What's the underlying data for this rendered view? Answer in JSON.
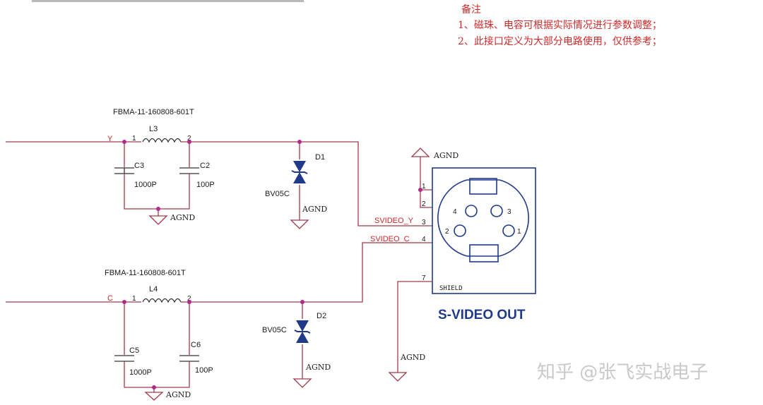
{
  "notes": {
    "heading": "备注",
    "line1": "1、磁珠、电容可根据实际情况进行参数调整；",
    "line2": "2、此接口定义为大部分电路使用，仅供参考；"
  },
  "top_channel": {
    "part_number": "FBMA-11-160808-601T",
    "net": "Y",
    "inductor": {
      "ref": "L3",
      "pin1": "1",
      "pin2": "2"
    },
    "cap_left": {
      "ref": "C3",
      "value": "1000P"
    },
    "cap_right": {
      "ref": "C2",
      "value": "100P"
    },
    "ground": "AGND",
    "diode": {
      "ref": "D1",
      "part": "BV05C",
      "ground": "AGND"
    },
    "output_net": "SVIDEO_Y"
  },
  "bottom_channel": {
    "part_number": "FBMA-11-160808-601T",
    "net": "C",
    "inductor": {
      "ref": "L4",
      "pin1": "1",
      "pin2": "2"
    },
    "cap_left": {
      "ref": "C5",
      "value": "1000P"
    },
    "cap_right": {
      "ref": "C6",
      "value": "100P"
    },
    "ground": "AGND",
    "diode": {
      "ref": "D2",
      "part": "BV05C",
      "ground": "AGND"
    },
    "output_net": "SVIDEO_C"
  },
  "connector": {
    "title": "S-VIDEO OUT",
    "ground_top": "AGND",
    "ground_shield": "AGND",
    "shield_label": "SHIELD",
    "pins": [
      "1",
      "2",
      "3",
      "4",
      "7"
    ],
    "socket_pins": [
      "4",
      "3",
      "2",
      "1"
    ]
  },
  "watermark": "知乎 @张飞实战电子",
  "colors": {
    "wire": "#a33a4a",
    "note_red": "#cc2a2a",
    "connector_blue": "#1f3a8a",
    "junction": "#b02a8a"
  }
}
